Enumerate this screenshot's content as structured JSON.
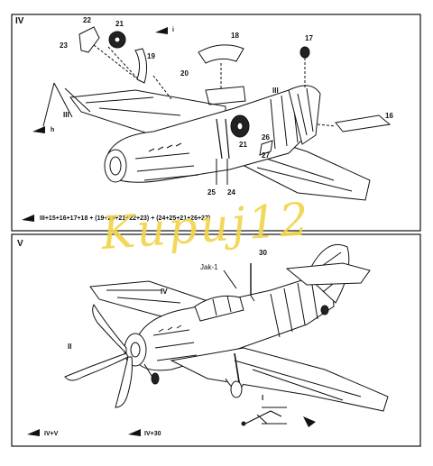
{
  "watermark": "Kupuj12",
  "panel_iv": {
    "step": "IV",
    "parts": {
      "p22": "22",
      "p21a": "21",
      "p23": "23",
      "p19": "19",
      "p20": "20",
      "p18": "18",
      "p17": "17",
      "pIIIa": "III",
      "pIIIb": "III",
      "p16": "16",
      "p26": "26",
      "p21b": "21",
      "p27": "27",
      "p25": "25",
      "p24": "24"
    },
    "glue_i": "i",
    "glue_h": "h",
    "assembly": "III+15+16+17+18 + (19+20+21+22+23) + (24+25+21+26+27)"
  },
  "panel_v": {
    "step": "V",
    "parts": {
      "p30": "30",
      "jak": "Jak-1",
      "pIV": "IV",
      "pII": "II",
      "pI": "I"
    },
    "note_a": "IV+V",
    "note_b": "IV+30"
  }
}
